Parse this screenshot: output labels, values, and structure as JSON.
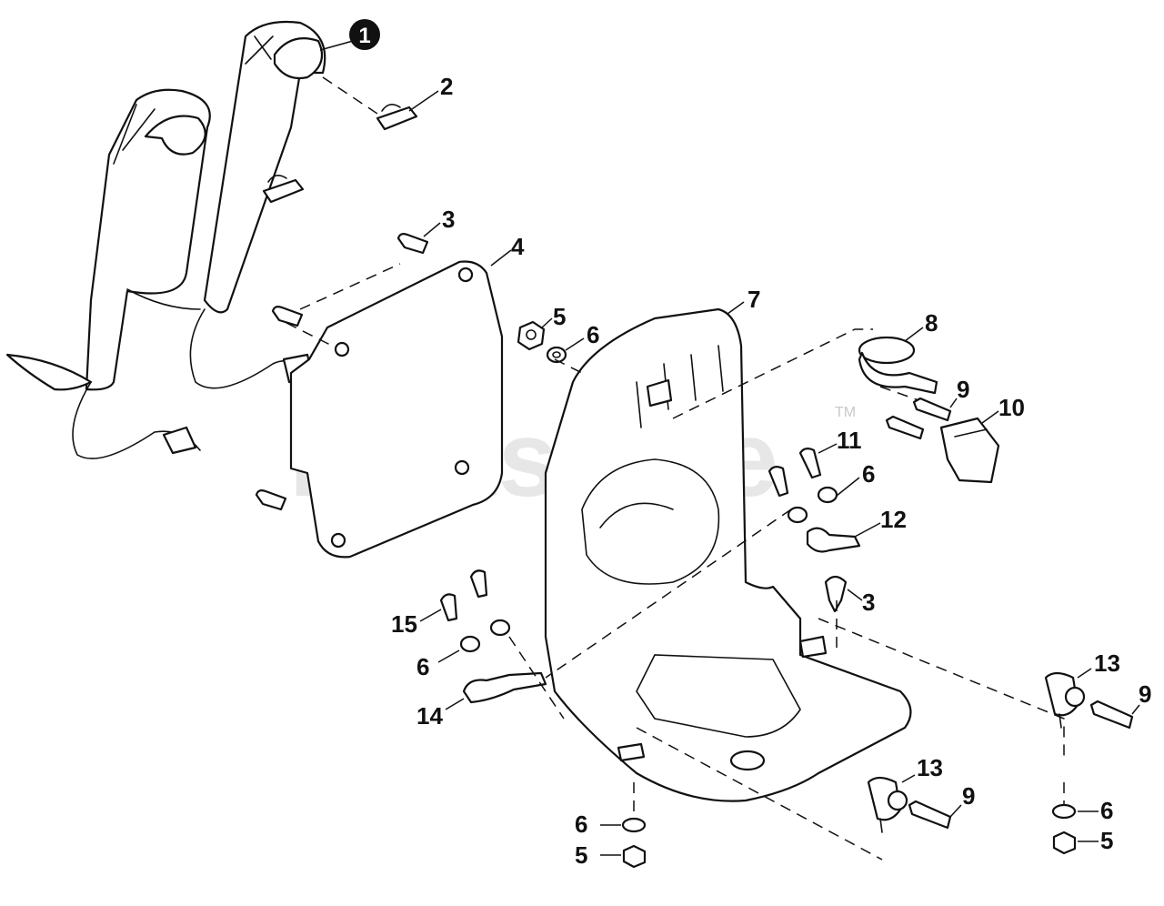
{
  "watermark": {
    "text": "PartsTree",
    "trademark": "TM"
  },
  "callouts": {
    "c1": "1",
    "c2": "2",
    "c3a": "3",
    "c4": "4",
    "c5a": "5",
    "c6a": "6",
    "c7": "7",
    "c8": "8",
    "c9a": "9",
    "c10": "10",
    "c11": "11",
    "c6b": "6",
    "c12": "12",
    "c3b": "3",
    "c15": "15",
    "c6c": "6",
    "c14": "14",
    "c13a": "13",
    "c9b": "9",
    "c13b": "13",
    "c9c": "9",
    "c6d": "6",
    "c5b": "5",
    "c6e": "6",
    "c5c": "5"
  }
}
